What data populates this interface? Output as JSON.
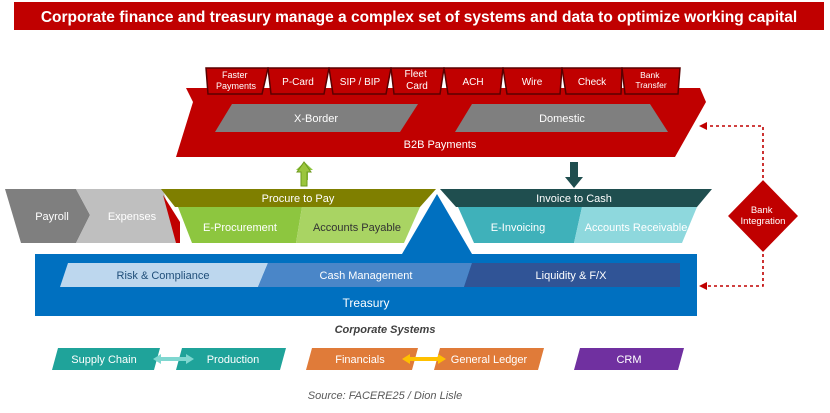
{
  "title": "Corporate finance and treasury manage a complex set of systems and data to optimize working capital",
  "rails": [
    "Faster Payments",
    "P-Card",
    "SIP / BIP",
    "Fleet Card",
    "ACH",
    "Wire",
    "Check",
    "Bank Transfer"
  ],
  "b2b": {
    "xborder": "X-Border",
    "domestic": "Domestic",
    "label": "B2B Payments"
  },
  "left_band": {
    "payroll": "Payroll",
    "expenses": "Expenses"
  },
  "procure": {
    "label": "Procure to Pay",
    "eprocurement": "E-Procurement",
    "accounts_payable": "Accounts Payable"
  },
  "invoice": {
    "label": "Invoice to Cash",
    "einvoicing": "E-Invoicing",
    "accounts_receivable": "Accounts Receivable"
  },
  "bank_integration": "Bank Integration",
  "treasury": {
    "risk": "Risk & Compliance",
    "cash": "Cash Management",
    "liquidity": "Liquidity & F/X",
    "label": "Treasury"
  },
  "corporate_systems": {
    "heading": "Corporate Systems",
    "supply_chain": "Supply Chain",
    "production": "Production",
    "financials": "Financials",
    "general_ledger": "General Ledger",
    "crm": "CRM"
  },
  "source": "Source: FACERE25 / Dion Lisle",
  "colors": {
    "title_bg": "#C00000",
    "b2b_red": "#C00000",
    "rail_border": "#5A0000",
    "gray_dark": "#7F7F7F",
    "gray_light": "#BFBFBF",
    "olive": "#7F7F00",
    "green": "#8DC63F",
    "dark_teal": "#1F4E4F",
    "teal_light": "#5EC5CC",
    "treasury_blue": "#0070C0",
    "teal": "#1FA39A",
    "orange": "#E07B39",
    "purple": "#7030A0",
    "gold": "#FFC000"
  }
}
